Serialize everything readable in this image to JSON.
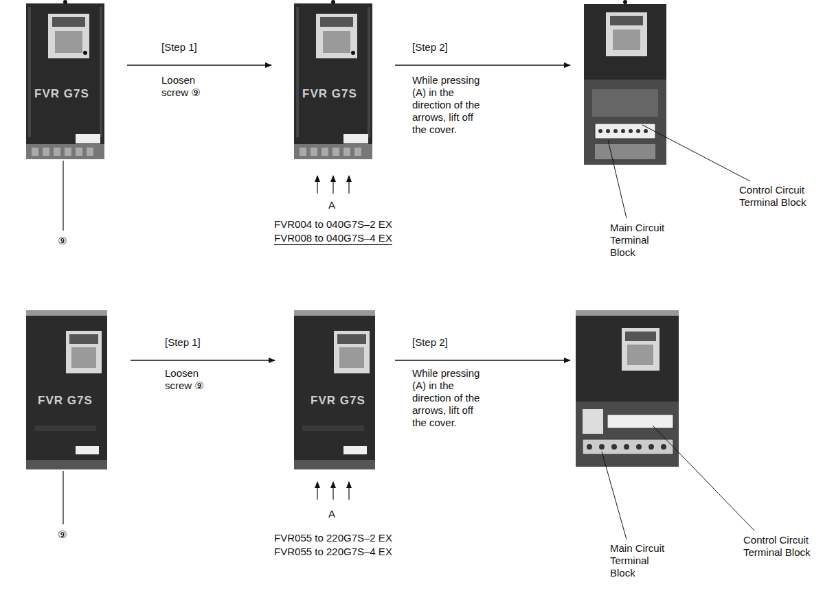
{
  "diagram": {
    "labels": [
      "⑨",
      "[Step 1]",
      "Loosen screw ⑨",
      "FVR G7S",
      "FVR G7S",
      "A",
      "FVR004 to 040G7S–2 EX",
      "FVR008 to 040G7S–4 EX",
      "[Step 2]",
      "While pressing (A) in the direction of the arrows, lift off the cover.",
      "Main Circuit Terminal Block",
      "Control Circuit Terminal Block",
      "⑨",
      "[Step 1]",
      "Loosen screw ⑨",
      "FVR G7S",
      "FVR G7S",
      "A",
      "FVR055 to 220G7S–2 EX",
      "FVR055 to 220G7S–4 EX",
      "[Step 2]",
      "While pressing (A) in the direction of the arrows, lift off the cover.",
      "Main Circuit Terminal Block",
      "Control Circuit Terminal Block"
    ]
  }
}
